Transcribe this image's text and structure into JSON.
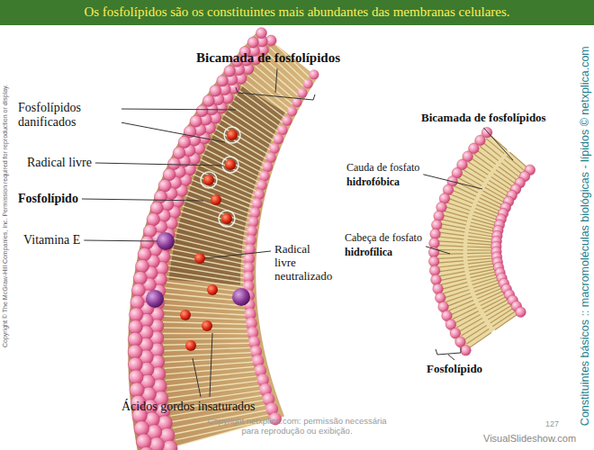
{
  "diagram": {
    "title": "Os fosfolípidos são os constituintes mais abundantes das membranas celulares.",
    "labels": [
      "Bicamada de fosfolípidos",
      "Fosfolípidos danificados",
      "Radical livre",
      "Fosfolípido",
      "Vitamina E",
      "Radical livre neutralizado",
      "Ácidos gordos insaturados",
      "Bicamada de fosfolípidos",
      "Cauda de fosfato",
      "hidrofóbica",
      "Cabeça de fosfato",
      "hidrofílica",
      "Fosfolípido",
      "Copyright © The McGraw-Hill Companies, Inc. Permission required for reproduction or display.",
      "Constituintes básicos :: macromoléculas biológicas - lípidos © netxplica.com",
      "Copyright netxplica.com: permissão necessária para reprodução ou exibição.",
      "127",
      "VisualSlideshow.com"
    ]
  }
}
